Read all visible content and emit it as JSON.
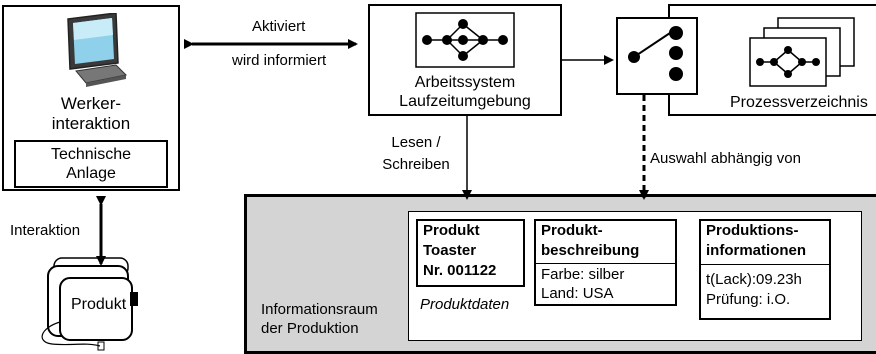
{
  "worker": {
    "line1": "Werker-",
    "line2": "interaktion"
  },
  "plant": {
    "line1": "Technische",
    "line2": "Anlage"
  },
  "arrows": {
    "activates": "Aktiviert",
    "informed": "wird informiert",
    "read_write_1": "Lesen /",
    "read_write_2": "Schreiben",
    "interaction": "Interaktion",
    "selection": "Auswahl abhängig von"
  },
  "runtime": {
    "line1": "Arbeitssystem",
    "line2": "Laufzeitumgebung"
  },
  "process_dir": {
    "label": "Prozessverzeichnis"
  },
  "product": {
    "label": "Produkt"
  },
  "info_space": {
    "line1": "Informationsraum",
    "line2": "der Produktion",
    "product_data_label": "Produktdaten",
    "card_product": {
      "l1": "Produkt",
      "l2": "Toaster",
      "l3": "Nr. 001122"
    },
    "card_description": {
      "title1": "Produkt-",
      "title2": "beschreibung",
      "row1": "Farbe: silber",
      "row2": "Land: USA"
    },
    "card_production": {
      "title1": "Produktions-",
      "title2": "informationen",
      "row1": "t(Lack):09.23h",
      "row2": "Prüfung: i.O."
    }
  },
  "colors": {
    "info_bg": "#d4d4d4",
    "border": "#000000"
  }
}
